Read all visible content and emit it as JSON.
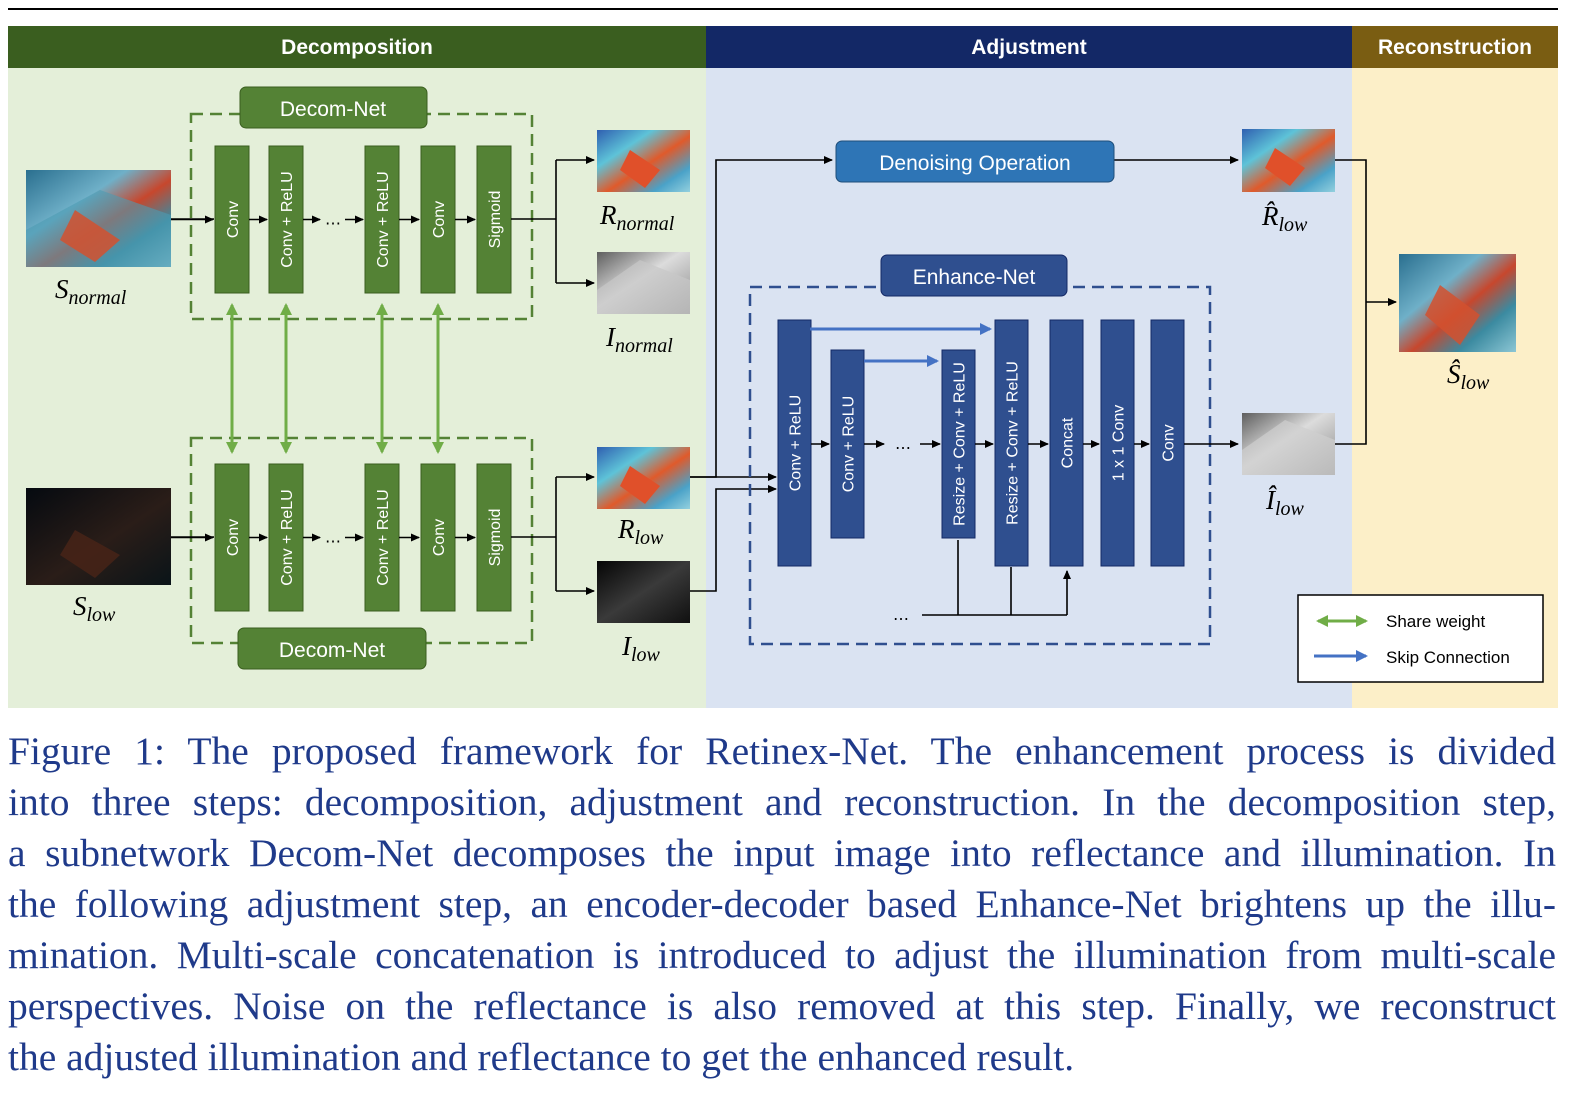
{
  "panels": {
    "decomposition": "Decomposition",
    "adjustment": "Adjustment",
    "reconstruction": "Reconstruction"
  },
  "decom_net": {
    "title_top": "Decom-Net",
    "title_bottom": "Decom-Net",
    "layers": [
      "Conv",
      "Conv + ReLU",
      "…",
      "Conv + ReLU",
      "Conv",
      "Sigmoid"
    ]
  },
  "inputs": {
    "s_normal": {
      "base": "S",
      "sub": "normal"
    },
    "s_low": {
      "base": "S",
      "sub": "low"
    }
  },
  "outputs": {
    "r_normal": {
      "base": "R",
      "sub": "normal"
    },
    "i_normal": {
      "base": "I",
      "sub": "normal"
    },
    "r_low": {
      "base": "R",
      "sub": "low"
    },
    "i_low": {
      "base": "I",
      "sub": "low"
    }
  },
  "adjustment": {
    "denoising": "Denoising Operation",
    "enhance_net_title": "Enhance-Net",
    "layers": [
      "Conv + ReLU",
      "Conv + ReLU",
      "…",
      "Resize + Conv + ReLU",
      "Resize + Conv + ReLU",
      "Concat",
      "1 x 1 Conv",
      "Conv"
    ],
    "dots_bottom": "…",
    "r_hat_low": {
      "base": "R̂",
      "sub": "low"
    },
    "i_hat_low": {
      "base": "Î",
      "sub": "low"
    }
  },
  "reconstruction": {
    "s_hat_low": {
      "base": "Ŝ",
      "sub": "low"
    }
  },
  "legend": {
    "share_weight": "Share weight",
    "skip_connection": "Skip Connection"
  },
  "colors": {
    "decomp_bg": "#e4efd9",
    "decomp_header": "#3a5e1f",
    "adjust_bg": "#dae3f2",
    "adjust_header": "#132866",
    "recon_bg": "#fcefc8",
    "recon_header": "#7a5d12",
    "green_layer": "#548235",
    "blue_layer": "#2f4f8f",
    "share_arrow": "#70ad47",
    "skip_arrow": "#4472c4"
  },
  "caption": {
    "lines": [
      "Figure 1: The proposed framework for Retinex-Net. The enhancement process is divided",
      "into three steps: decomposition, adjustment and reconstruction. In the decomposition step,",
      "a subnetwork Decom-Net decomposes the input image into reflectance and illumination. In",
      "the following adjustment step, an encoder-decoder based Enhance-Net brightens up the illu-",
      "mination. Multi-scale concatenation is introduced to adjust the illumination from multi-scale",
      "perspectives. Noise on the reflectance is also removed at this step. Finally, we reconstruct",
      "the adjusted illumination and reflectance to get the enhanced result."
    ]
  }
}
